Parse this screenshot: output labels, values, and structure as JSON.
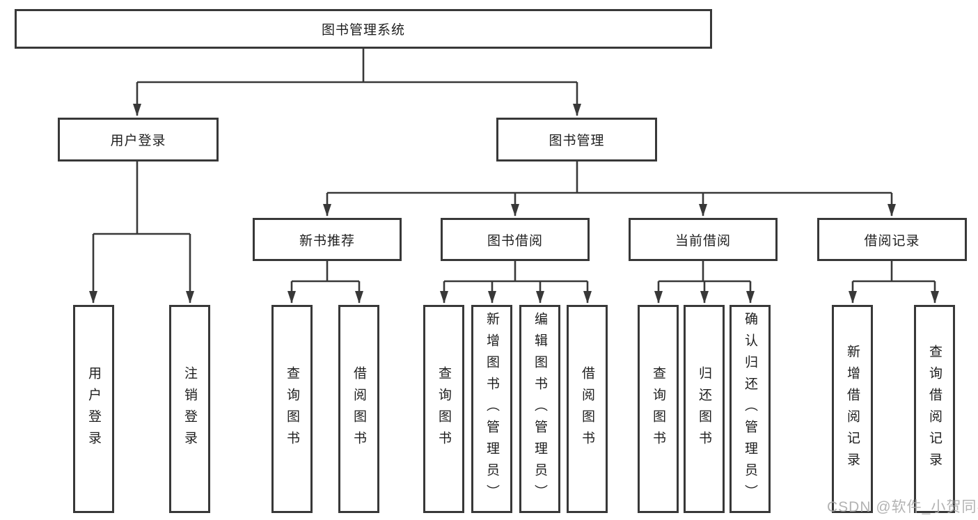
{
  "diagram": {
    "title_node": "图书管理系统",
    "tree": {
      "user_login": {
        "label": "用户登录",
        "children": [
          "用户登录",
          "注销登录"
        ]
      },
      "book_mgmt": {
        "label": "图书管理",
        "sections": [
          {
            "label": "新书推荐",
            "children": [
              "查询图书",
              "借阅图书"
            ]
          },
          {
            "label": "图书借阅",
            "children": [
              "查询图书",
              "新增图书（管理员）",
              "编辑图书（管理员）",
              "借阅图书"
            ]
          },
          {
            "label": "当前借阅",
            "children": [
              "查询图书",
              "归还图书",
              "确认归还（管理员）"
            ]
          },
          {
            "label": "借阅记录",
            "children": [
              "新增借阅记录",
              "查询借阅记录"
            ]
          }
        ]
      }
    }
  },
  "watermark": {
    "text": "CSDN @软件_小贺同学"
  },
  "colors": {
    "line": "#383838",
    "box_border": "#383838",
    "text": "#1e1e1e",
    "watermark": "#ababab",
    "background": "#ffffff"
  }
}
